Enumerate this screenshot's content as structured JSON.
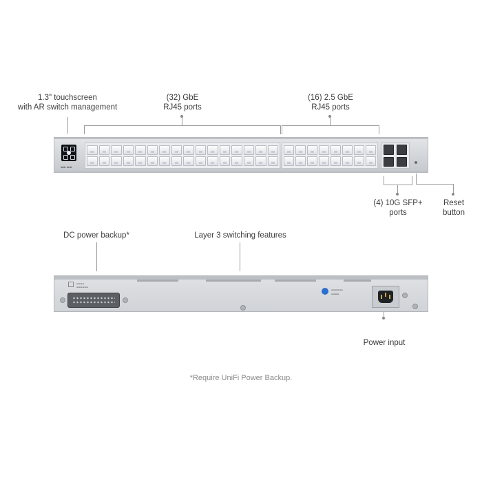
{
  "callouts": {
    "touchscreen": [
      "1.3\" touchscreen",
      "with AR switch management"
    ],
    "gbe_ports": [
      "(32) GbE",
      "RJ45 ports"
    ],
    "multigig_ports": [
      "(16) 2.5 GbE",
      "RJ45 ports"
    ],
    "sfp_ports": [
      "(4) 10G SFP+",
      "ports"
    ],
    "reset": [
      "Reset",
      "button"
    ],
    "dc_backup": "DC power backup*",
    "layer3": "Layer 3 switching features",
    "power_input": "Power input"
  },
  "footnote": "*Require UniFi Power Backup.",
  "colors": {
    "chassis": "#d2d5d9",
    "port": "#f2f3f5",
    "sfp": "#3a3d41",
    "ubiquiti_logo": "#2c6fd1",
    "text": "#3c3c3c",
    "footnote": "#8a8a8a"
  },
  "device": {
    "gbe_port_count": 32,
    "multigig_port_count": 16,
    "sfp_port_count": 4
  }
}
